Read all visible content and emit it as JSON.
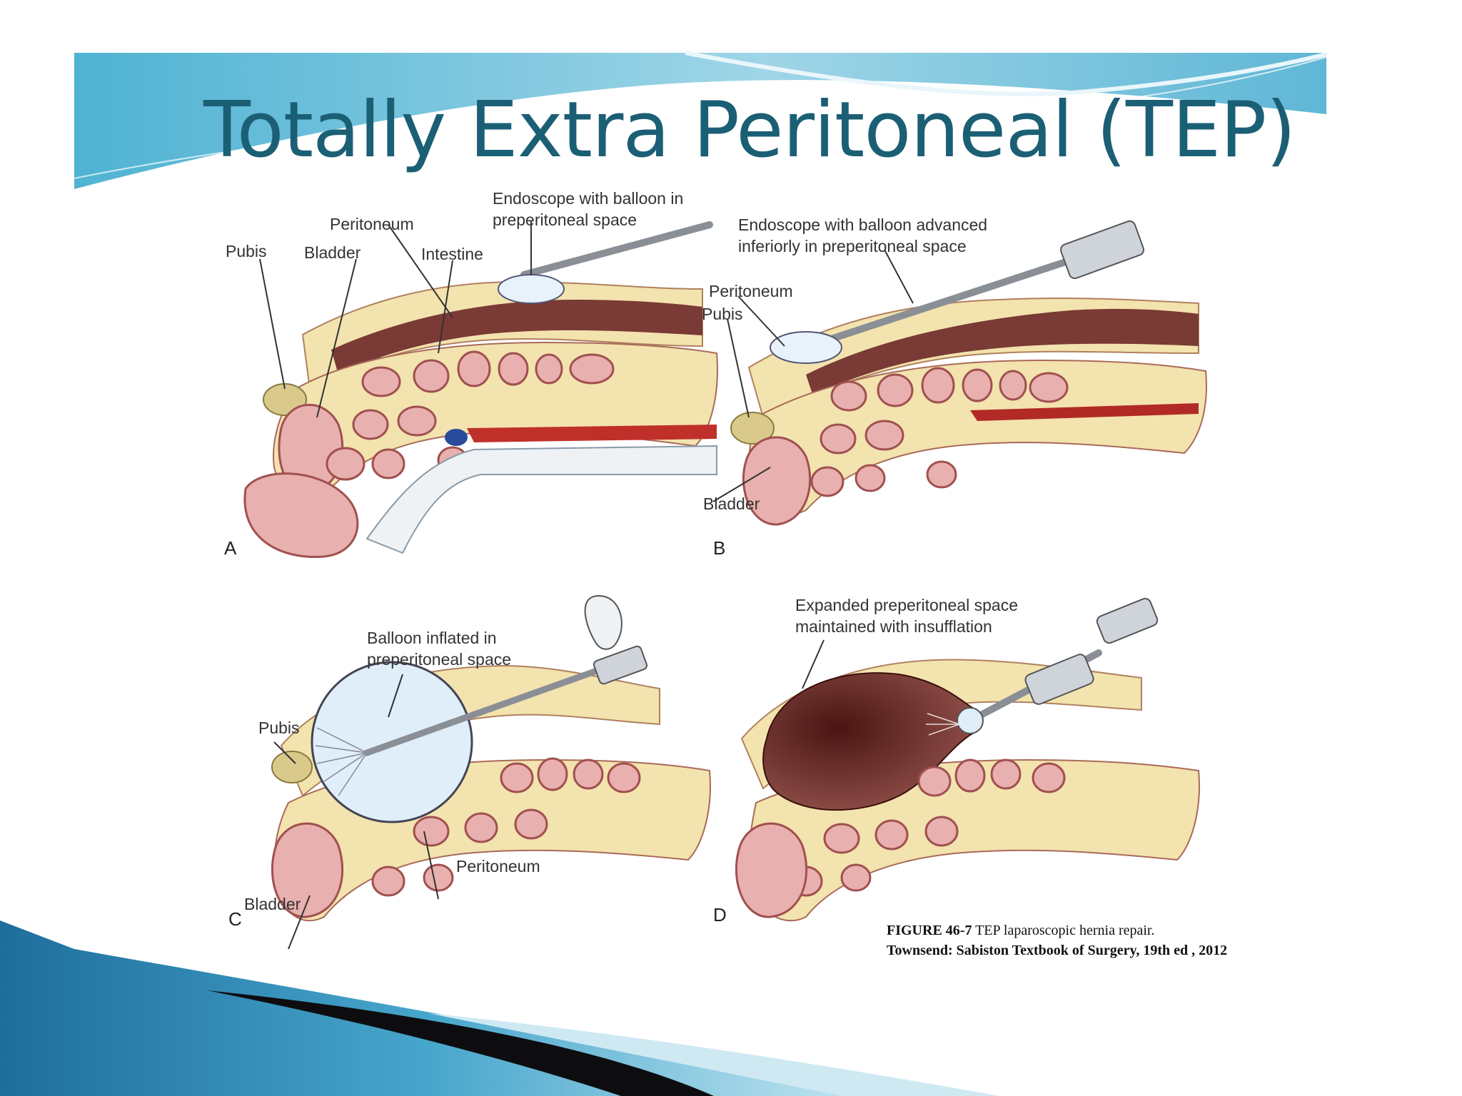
{
  "slide": {
    "title": "Totally Extra Peritoneal (TEP)"
  },
  "panels": {
    "a": {
      "letter": "A",
      "labels": {
        "pubis": "Pubis",
        "peritoneum": "Peritoneum",
        "bladder": "Bladder",
        "intestine": "Intestine",
        "endoscope": "Endoscope with balloon in\npreperitoneal space"
      }
    },
    "b": {
      "letter": "B",
      "labels": {
        "endoscope": "Endoscope with balloon advanced\ninferiorly in preperitoneal space",
        "peritoneum": "Peritoneum",
        "pubis": "Pubis",
        "bladder": "Bladder"
      }
    },
    "c": {
      "letter": "C",
      "labels": {
        "balloon": "Balloon inflated in\npreperitoneal space",
        "pubis": "Pubis",
        "peritoneum": "Peritoneum",
        "bladder": "Bladder"
      }
    },
    "d": {
      "letter": "D",
      "labels": {
        "expanded": "Expanded preperitoneal space\nmaintained with insufflation"
      }
    }
  },
  "caption": {
    "figure_label": "FIGURE 46-7",
    "figure_text": " TEP laparoscopic hernia repair.",
    "source": "Townsend: Sabiston Textbook of Surgery, 19th ed , 2012"
  },
  "colors": {
    "title": "#1b5f75",
    "fat": "#f3e3ae",
    "tissue": "#e8b0ae",
    "cavity": "#7a3a35",
    "bone": "#d9c98a",
    "balloon": "#dfeef8",
    "accent_blue": "#1f7ea8"
  }
}
